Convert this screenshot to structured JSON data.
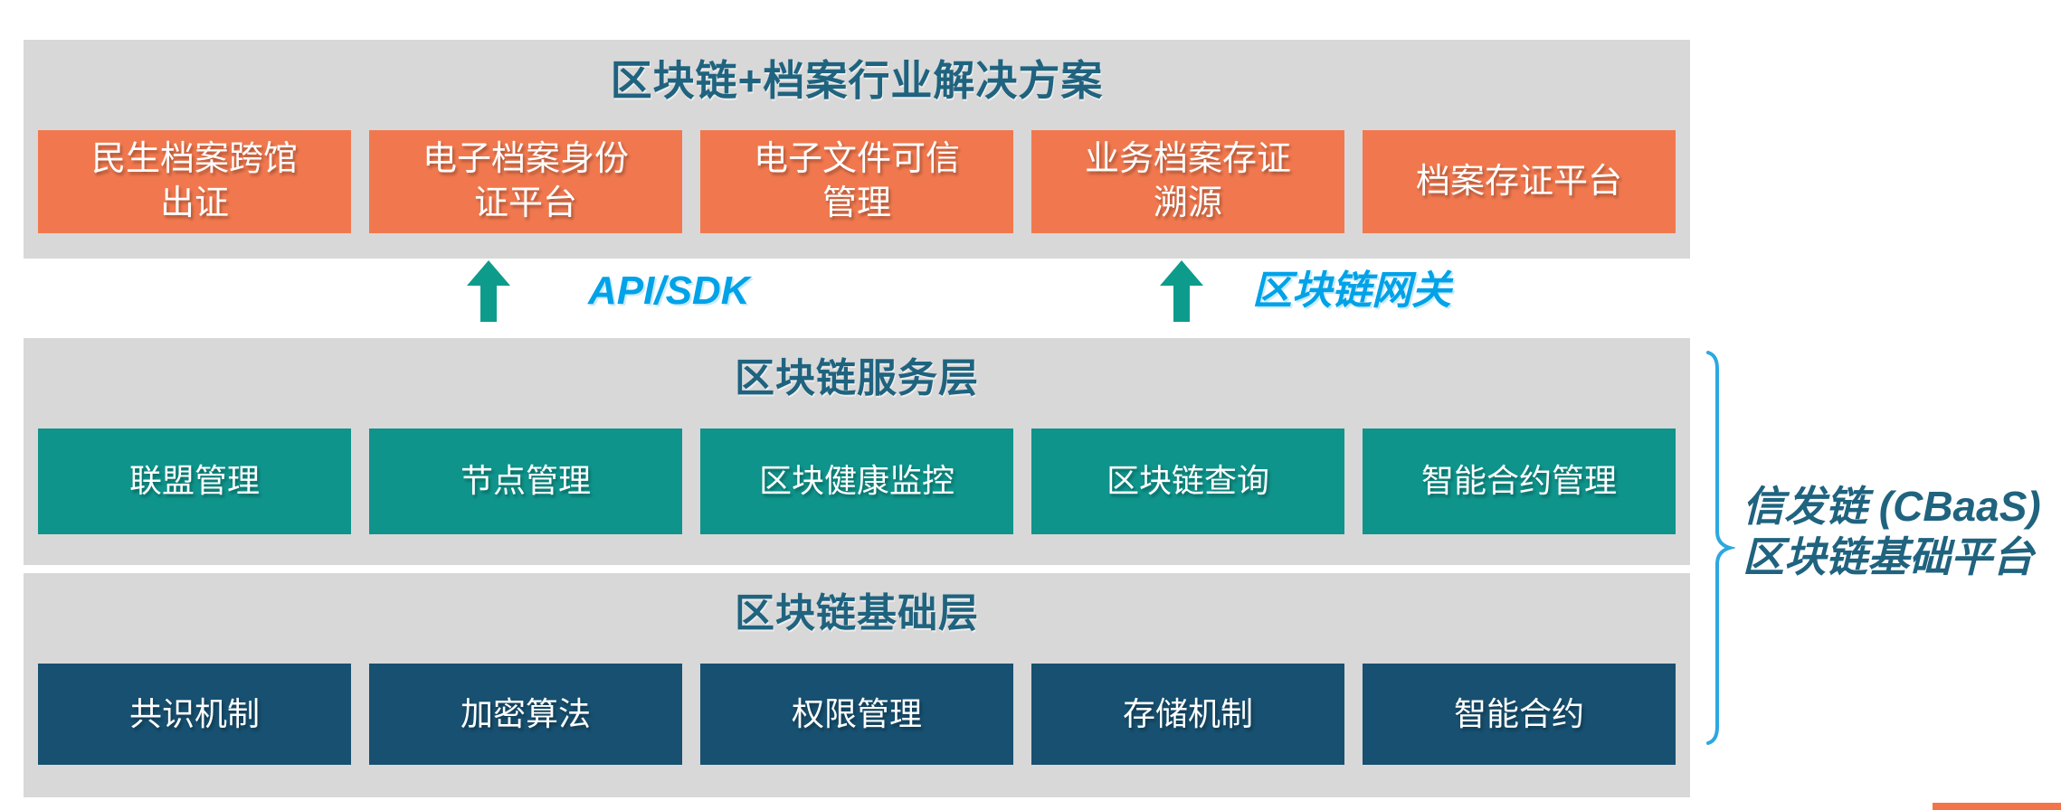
{
  "layers": {
    "solution": {
      "title": "区块链+档案行业解决方案",
      "boxes": [
        "民生档案跨馆\n出证",
        "电子档案身份\n证平台",
        "电子文件可信\n管理",
        "业务档案存证\n溯源",
        "档案存证平台"
      ]
    },
    "service": {
      "title": "区块链服务层",
      "boxes": [
        "联盟管理",
        "节点管理",
        "区块健康监控",
        "区块链查询",
        "智能合约管理"
      ]
    },
    "base": {
      "title": "区块链基础层",
      "boxes": [
        "共识机制",
        "加密算法",
        "权限管理",
        "存储机制",
        "智能合约"
      ]
    }
  },
  "connectors": {
    "api_sdk": {
      "icon": "up-arrow-icon",
      "label": "API/SDK"
    },
    "gateway": {
      "icon": "up-arrow-icon",
      "label": "区块链网关"
    }
  },
  "side_note": {
    "line1": "信发链 (CBaaS)",
    "line2": "区块链基础平台"
  },
  "colors": {
    "band_gray": "#D8D8D8",
    "solution_box_orange": "#F1784E",
    "service_box_teal": "#0E948B",
    "base_box_navy": "#175070",
    "heading_blue": "#1F637F",
    "arrow_teal": "#0D9C8C",
    "connector_label_blue": "#00A2E8",
    "brace_blue": "#2CA8E0",
    "bottom_accent_orange": "#F4744A"
  }
}
